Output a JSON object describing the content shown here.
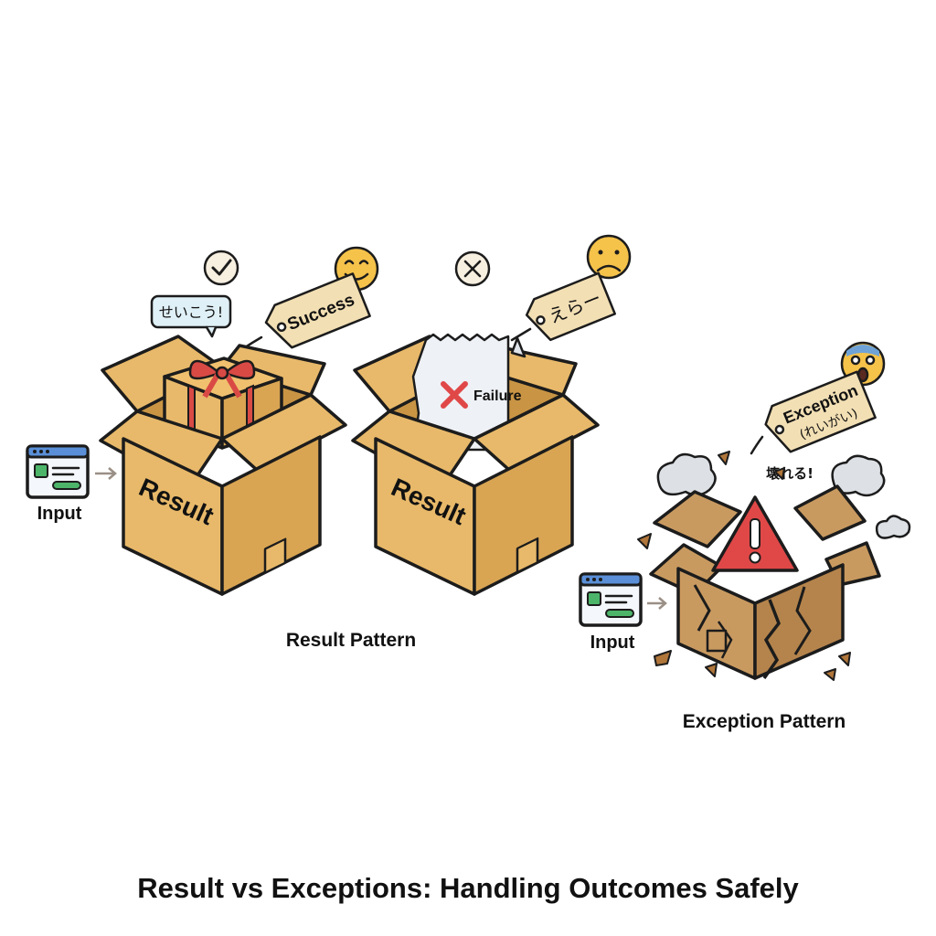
{
  "title": "Result vs Exceptions: Handling Outcomes Safely",
  "result_pattern": {
    "caption": "Result Pattern",
    "input_label": "Input",
    "success": {
      "tag": "Success",
      "bubble": "せいこう!",
      "box_label": "Result"
    },
    "failure": {
      "tag": "えらー",
      "paper_text": "Failure",
      "box_label": "Result"
    }
  },
  "exception_pattern": {
    "caption": "Exception Pattern",
    "input_label": "Input",
    "tag_line1": "Exception",
    "tag_line2": "(れいがい)",
    "shout": "壊れる!"
  },
  "colors": {
    "cardboard": "#e8b96a",
    "cardboard_dark": "#d9a553",
    "gift_ribbon": "#d94a45",
    "error_red": "#e04848",
    "emoji": "#f5c24a",
    "tag": "#f2dfb4"
  },
  "icons": [
    "check-icon",
    "x-icon",
    "smile-emoji-icon",
    "frown-emoji-icon",
    "shocked-emoji-icon",
    "warning-icon",
    "gift-icon",
    "window-icon",
    "arrow-right-icon"
  ]
}
